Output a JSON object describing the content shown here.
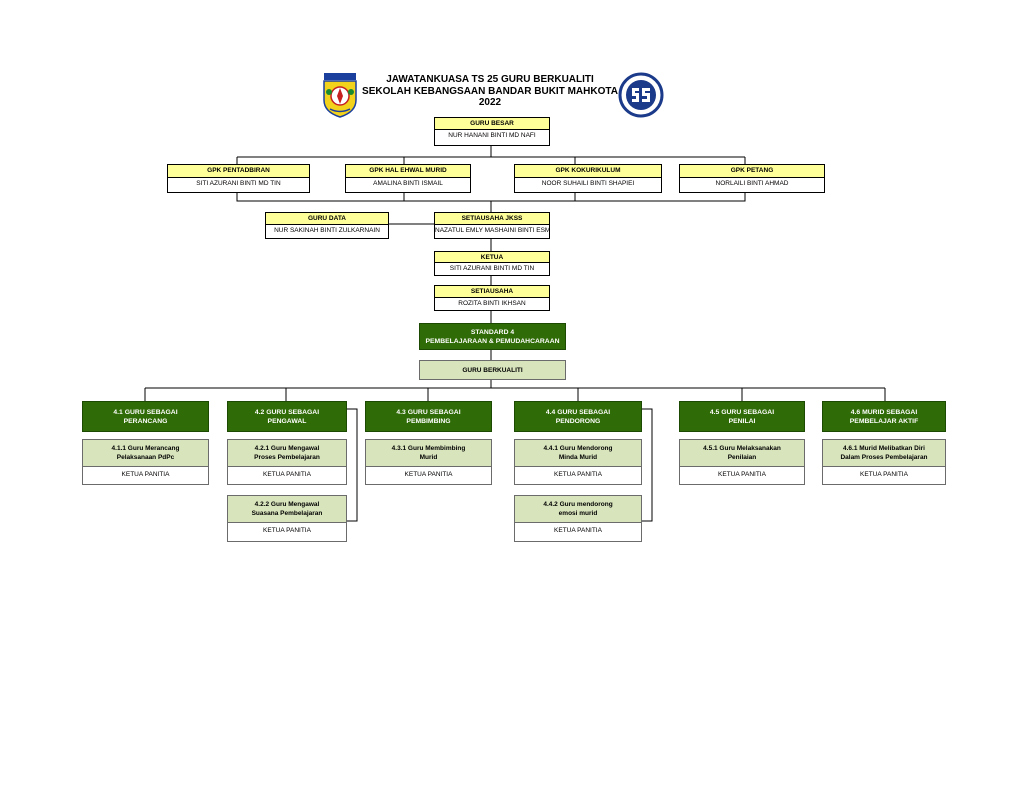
{
  "title": {
    "line1": "JAWATANKUASA TS 25 GURU BERKUALITI",
    "line2": "SEKOLAH KEBANGSAAN BANDAR BUKIT MAHKOTA",
    "line3": "2022"
  },
  "guru_besar": {
    "role": "GURU BESAR",
    "name": "NUR HANANI BINTI MD NAFI"
  },
  "gpk": [
    {
      "role": "GPK PENTADBIRAN",
      "name": "SITI AZURANI BINTI MD TIN"
    },
    {
      "role": "GPK HAL EHWAL MURID",
      "name": "AMALINA BINTI ISMAIL"
    },
    {
      "role": "GPK KOKURIKULUM",
      "name": "NOOR SUHAILI BINTI SHAPIEI"
    },
    {
      "role": "GPK PETANG",
      "name": "NORLAILI BINTI AHMAD"
    }
  ],
  "guru_data": {
    "role": "GURU DATA",
    "name": "NUR SAKINAH BINTI ZULKARNAIN"
  },
  "setiausaha_jkss": {
    "role": "SETIAUSAHA JKSS",
    "name": "NAZATUL EMLY MASHAINI BINTI ESMAIL"
  },
  "ketua": {
    "role": "KETUA",
    "name": "SITI AZURANI BINTI MD TIN"
  },
  "setiausaha": {
    "role": "SETIAUSAHA",
    "name": "ROZITA BINTI IKHSAN"
  },
  "standard": {
    "line1": "STANDARD 4",
    "line2": "PEMBELAJARAAN & PEMUDAHCARAAN"
  },
  "guru_berkualiti": "GURU BERKUALITI",
  "aspects": [
    {
      "l1": "4.1 GURU SEBAGAI",
      "l2": "PERANCANG",
      "subs": [
        {
          "l1": "4.1.1 Guru Merancang",
          "l2": "Pelaksanaan PdPc",
          "ketua": "KETUA PANITIA"
        }
      ]
    },
    {
      "l1": "4.2 GURU SEBAGAI",
      "l2": "PENGAWAL",
      "subs": [
        {
          "l1": "4.2.1 Guru Mengawal",
          "l2": "Proses  Pembelajaran",
          "ketua": "KETUA PANITIA"
        },
        {
          "l1": "4.2.2 Guru Mengawal",
          "l2": "Suasana  Pembelajaran",
          "ketua": "KETUA PANITIA"
        }
      ]
    },
    {
      "l1": "4.3 GURU SEBAGAI",
      "l2": "PEMBIMBING",
      "subs": [
        {
          "l1": "4.3.1 Guru Membimbing",
          "l2": "Murid",
          "ketua": "KETUA PANITIA"
        }
      ]
    },
    {
      "l1": "4.4 GURU SEBAGAI",
      "l2": "PENDORONG",
      "subs": [
        {
          "l1": "4.4.1 Guru Mendorong",
          "l2": "Minda Murid",
          "ketua": "KETUA PANITIA"
        },
        {
          "l1": "4.4.2 Guru mendorong",
          "l2": "emosi murid",
          "ketua": "KETUA PANITIA"
        }
      ]
    },
    {
      "l1": "4.5 GURU SEBAGAI",
      "l2": "PENILAI",
      "subs": [
        {
          "l1": "4.5.1 Guru Melaksanakan",
          "l2": "Penilaian",
          "ketua": "KETUA PANITIA"
        }
      ]
    },
    {
      "l1": "4.6 MURID SEBAGAI",
      "l2": "PEMBELAJAR AKTIF",
      "subs": [
        {
          "l1": "4.6.1 Murid  Melibatkan  Diri",
          "l2": "Dalam  Proses  Pembelajaran",
          "ketua": "KETUA PANITIA"
        }
      ]
    }
  ],
  "logos": [
    "school-crest",
    "ts25-emblem"
  ],
  "colors": {
    "role_header": "#ffff99",
    "aspect_box": "#2f6b06",
    "sub_box": "#d8e4bc",
    "line": "#000000"
  }
}
